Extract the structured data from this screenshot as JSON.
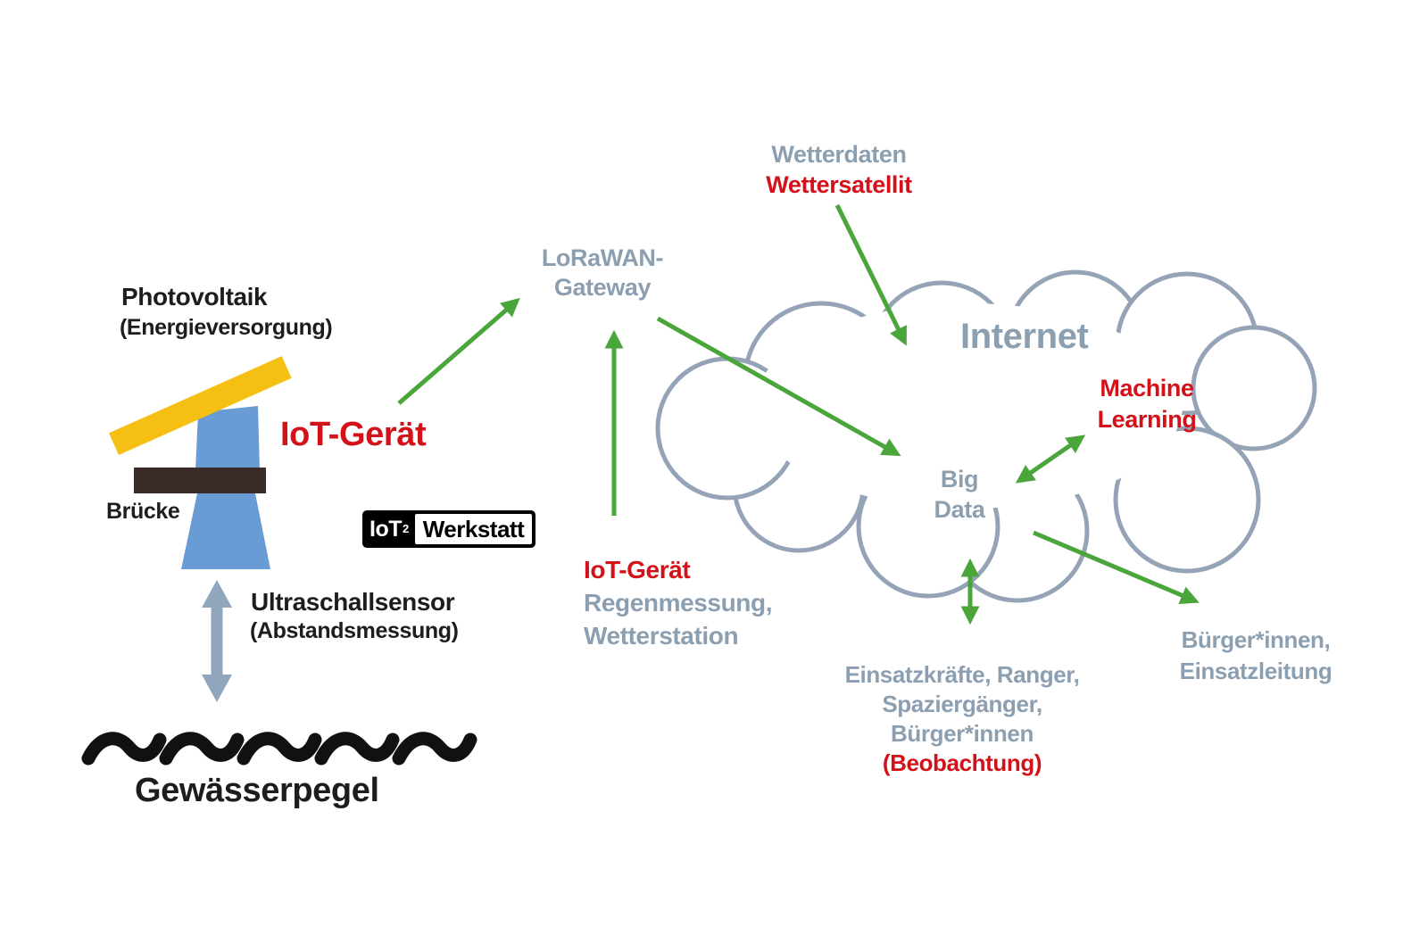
{
  "colors": {
    "green_arrow": "#4aa53b",
    "red_accent": "#d31119",
    "gray_blue_text": "#8c9fb1",
    "cloud_stroke": "#94a3b6",
    "solar_yellow": "#f5c013",
    "sensor_blue": "#699bd4",
    "bridge_dark": "#3b2b28",
    "water_arrow_gray": "#8fa6bc",
    "text_black": "#1d1d1b"
  },
  "left_device": {
    "photovoltaik_title": "Photovoltaik",
    "photovoltaik_sub": "(Energieversorgung)",
    "iot_device_label": "IoT-Gerät",
    "bridge_label": "Brücke",
    "ultrasonic_title": "Ultraschallsensor",
    "ultrasonic_sub": "(Abstandsmessung)",
    "water_level_label": "Gewässerpegel"
  },
  "logo": {
    "iot": "IoT",
    "superscript": "2",
    "werkstatt": "Werkstatt"
  },
  "gateway": {
    "line1": "LoRaWAN-",
    "line2": "Gateway"
  },
  "satellite": {
    "line1": "Wetterdaten",
    "line2": "Wettersatellit"
  },
  "cloud": {
    "internet": "Internet",
    "machine_learning_line1": "Machine",
    "machine_learning_line2": "Learning",
    "big_data_line1": "Big",
    "big_data_line2": "Data"
  },
  "weather_station": {
    "line1": "IoT-Gerät",
    "line2": "Regenmessung,",
    "line3": "Wetterstation"
  },
  "observers": {
    "line1": "Einsatzkräfte, Ranger,",
    "line2": "Spaziergänger,",
    "line3": "Bürger*innen",
    "line4": "(Beobachtung)"
  },
  "recipients": {
    "line1": "Bürger*innen,",
    "line2": "Einsatzleitung"
  }
}
